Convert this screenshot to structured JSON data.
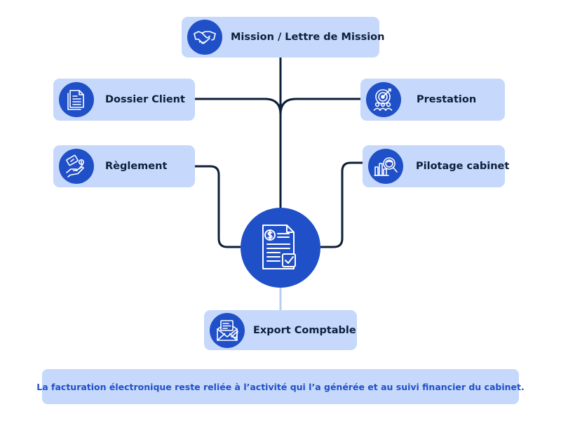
{
  "colors": {
    "node_fill": "#c6d8fb",
    "icon_fill": "#2050c8",
    "connector": "#0d1f3a",
    "connector_light": "#b8cdf5",
    "label_text": "#0d1f3a",
    "caption_text": "#2050c8"
  },
  "hub": {
    "icon": "invoice-dollar-check-icon"
  },
  "nodes": {
    "mission": {
      "label": "Mission / Lettre de Mission",
      "icon": "handshake-icon"
    },
    "dossier": {
      "label": "Dossier Client",
      "icon": "document-icon"
    },
    "prestation": {
      "label": "Prestation",
      "icon": "target-team-icon"
    },
    "reglement": {
      "label": "Règlement",
      "icon": "hand-payment-icon"
    },
    "pilotage": {
      "label": "Pilotage cabinet",
      "icon": "analytics-magnifier-icon"
    },
    "export": {
      "label": "Export Comptable",
      "icon": "envelope-export-icon"
    }
  },
  "caption": "La facturation électronique reste reliée à l’activité qui l’a générée et au suivi financier du cabinet."
}
